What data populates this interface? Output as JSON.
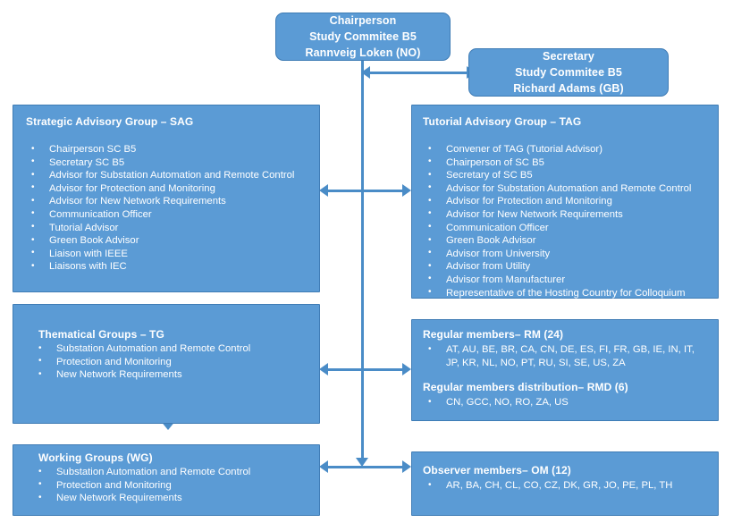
{
  "diagram": {
    "title": "Study Committee B5 organisation chart",
    "colors": {
      "box_fill": "#5b9bd5",
      "box_border": "#3f7cb5",
      "connector": "#4a8cc7",
      "text": "#ffffff",
      "background": "#ffffff"
    }
  },
  "chairperson": {
    "line1": "Chairperson",
    "line2": "Study Commitee B5",
    "line3": "Rannveig Loken (NO)"
  },
  "secretary": {
    "line1": "Secretary",
    "line2": "Study Commitee B5",
    "line3": "Richard Adams (GB)"
  },
  "sag": {
    "title": "Strategic Advisory Group – SAG",
    "items": [
      "Chairperson  SC B5",
      "Secretary SC B5",
      "Advisor for Substation Automation and Remote Control",
      "Advisor for Protection and Monitoring",
      "Advisor for New Network Requirements",
      "Communication Officer",
      "Tutorial Advisor",
      "Green Book Advisor",
      "Liaison  with IEEE",
      "Liaisons  with IEC"
    ]
  },
  "tag": {
    "title": "Tutorial Advisory Group – TAG",
    "items": [
      "Convener of TAG (Tutorial Advisor)",
      "Chairperson  of SC B5",
      "Secretary of SC B5",
      "Advisor for Substation Automation and Remote Control",
      "Advisor for Protection and Monitoring",
      "Advisor for New Network Requirements",
      "Communication Officer",
      "Green Book Advisor",
      "Advisor from University",
      "Advisor from Utility",
      "Advisor from Manufacturer",
      "Representative of the Hosting Country for Colloquium"
    ]
  },
  "tg": {
    "title": "Thematical Groups – TG",
    "items": [
      "Substation Automation and Remote Control",
      "Protection and Monitoring",
      "New Network Requirements"
    ]
  },
  "wg": {
    "title": "Working Groups (WG)",
    "items": [
      "Substation Automation and Remote Control",
      "Protection and Monitoring",
      "New Network Requirements"
    ]
  },
  "members": {
    "rm": {
      "title": "Regular members–  RM (24)",
      "items": [
        "AT, AU, BE, BR, CA, CN, DE, ES, FI, FR,  GB, IE, IN, IT, JP, KR, NL, NO, PT, RU, SI, SE, US, ZA"
      ],
      "count": 24,
      "codes": [
        "AT",
        "AU",
        "BE",
        "BR",
        "CA",
        "CN",
        "DE",
        "ES",
        "FI",
        "FR",
        "GB",
        "IE",
        "IN",
        "IT",
        "JP",
        "KR",
        "NL",
        "NO",
        "PT",
        "RU",
        "SI",
        "SE",
        "US",
        "ZA"
      ]
    },
    "rmd": {
      "title": "Regular members  distribution– RMD (6)",
      "items": [
        "CN, GCC, NO, RO, ZA, US"
      ],
      "count": 6,
      "codes": [
        "CN",
        "GCC",
        "NO",
        "RO",
        "ZA",
        "US"
      ]
    },
    "om": {
      "title": "Observer members– OM (12)",
      "items": [
        "AR, BA, CH, CL, CO, CZ, DK, GR, JO, PE, PL, TH"
      ],
      "count": 12,
      "codes": [
        "AR",
        "BA",
        "CH",
        "CL",
        "CO",
        "CZ",
        "DK",
        "GR",
        "JO",
        "PE",
        "PL",
        "TH"
      ]
    }
  }
}
